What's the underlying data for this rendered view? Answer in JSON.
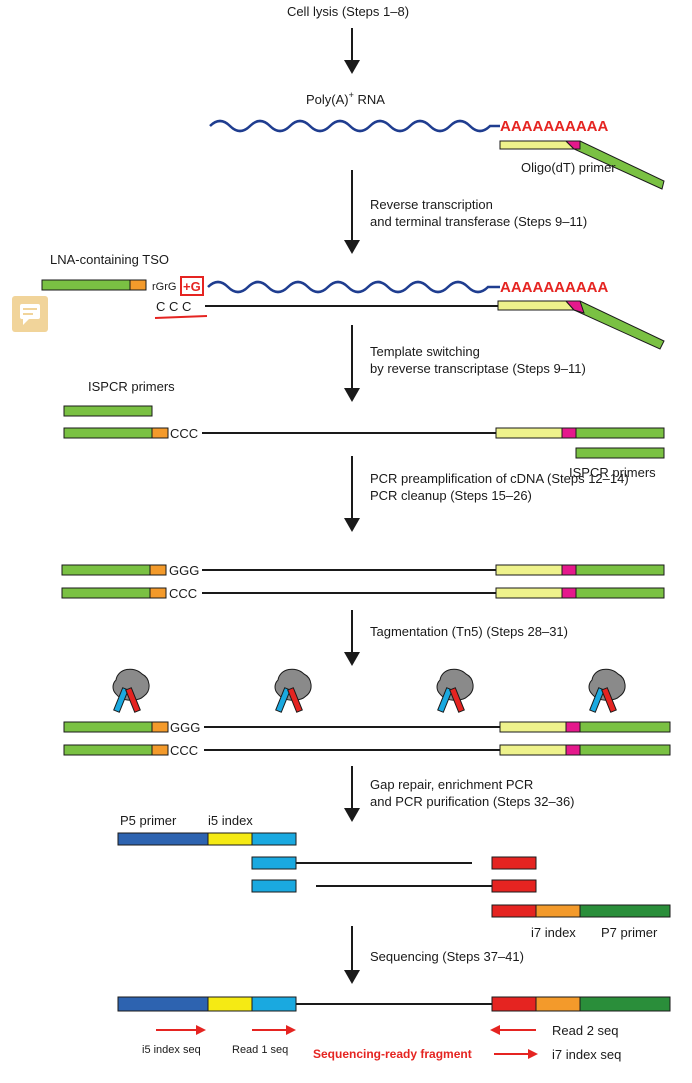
{
  "steps": {
    "lysis": "Cell lysis (Steps 1–8)",
    "rt_line1": "Reverse transcription",
    "rt_line2": "and terminal transferase (Steps 9–11)",
    "ts_line1": "Template switching",
    "ts_line2": "by reverse transcriptase (Steps 9–11)",
    "pcr_line1": "PCR preamplification of cDNA (Steps 12–14)",
    "pcr_line2": "PCR cleanup (Steps 15–26)",
    "tag": "Tagmentation (Tn5) (Steps 28–31)",
    "gap_line1": "Gap repair, enrichment PCR",
    "gap_line2": "and PCR purification (Steps 32–36)",
    "seq": "Sequencing (Steps 37–41)"
  },
  "labels": {
    "polya_rna": "Poly(A)",
    "polya_sup": "+",
    "polya_rna_suffix": " RNA",
    "polya_tail": "AAAAAAAAAA",
    "oligo_dt": "Oligo(dT) primer",
    "tso": "LNA-containing TSO",
    "rgrg": "rGrG",
    "plus_g": "+G",
    "ccc_spaced": "C C C",
    "ispcr_top": "ISPCR primers",
    "ispcr_bottom": "ISPCR primers",
    "ccc": "CCC",
    "ggg": "GGG",
    "p5_primer": "P5 primer",
    "i5_index": "i5 index",
    "i7_index": "i7 index",
    "p7_primer": "P7 primer",
    "i5_index_seq": "i5 index seq",
    "read1_seq": "Read 1 seq",
    "read2_seq": "Read 2 seq",
    "i7_index_seq": "i7 index seq",
    "sequencing_ready": "Sequencing-ready fragment"
  },
  "colors": {
    "green": "#7ac143",
    "orange": "#f39a2b",
    "pale_yellow": "#eef28c",
    "magenta": "#e5198c",
    "navy_rna": "#1f3d8f",
    "red": "#e52421",
    "blue_p5": "#2d63b0",
    "yellow_i5": "#f5ea14",
    "cyan": "#1aa9e0",
    "dark_green_p7": "#2a8e3a",
    "tn5_gray": "#8a8a8a"
  },
  "icons": [
    "down-arrow-icon",
    "tn5-transposase-icon",
    "chat-bubble-icon",
    "right-arrow-icon",
    "left-arrow-icon"
  ]
}
